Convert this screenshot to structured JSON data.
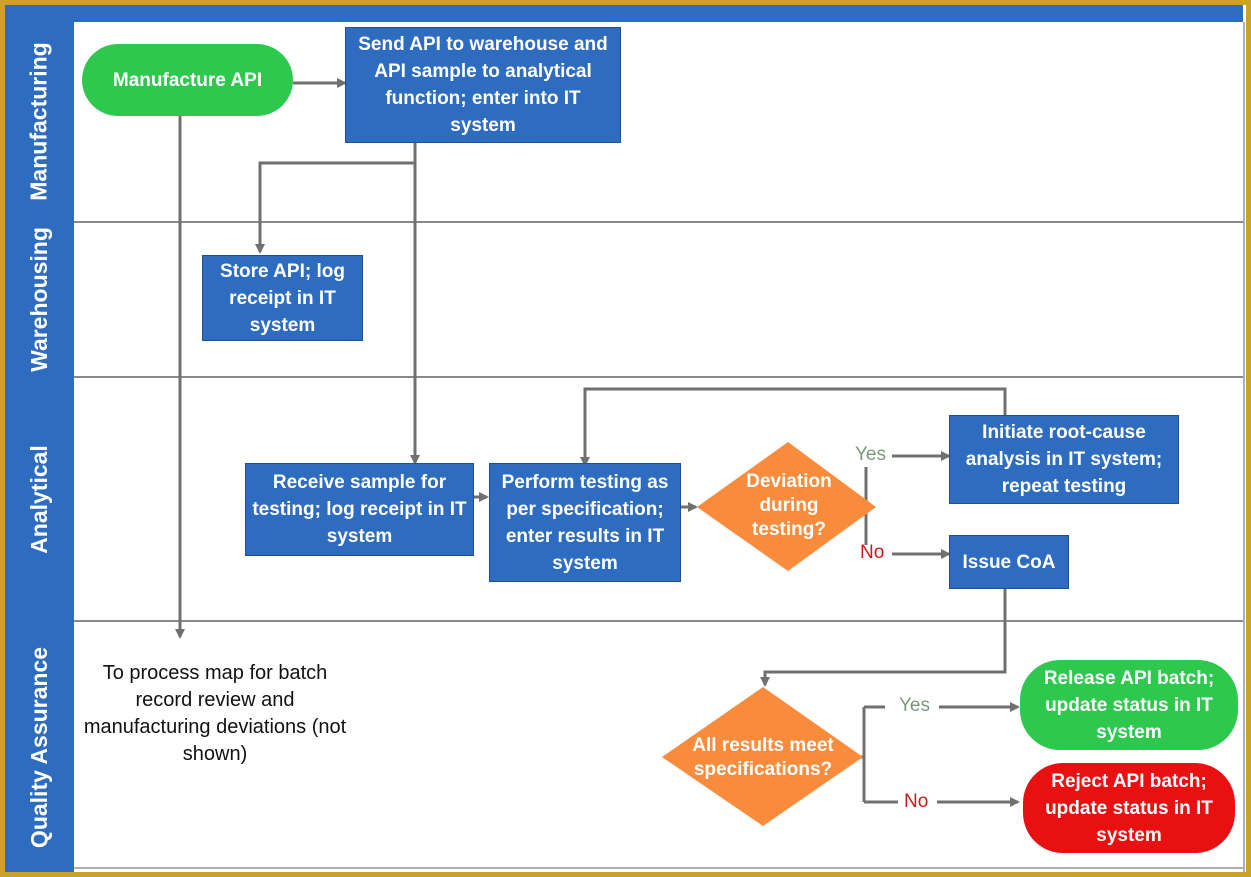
{
  "lanes": {
    "manufacturing": "Manufacturing",
    "warehousing": "Warehousing",
    "analytical": "Analytical",
    "quality_assurance": "Quality Assurance"
  },
  "nodes": {
    "manufacture_api": "Manufacture API",
    "send_api": "Send API to warehouse and API sample to analytical function; enter into IT system",
    "store_api": "Store API; log receipt in IT system",
    "receive_sample": "Receive sample for testing; log receipt in IT system",
    "perform_testing": "Perform testing as per specification; enter results in IT system",
    "deviation": "Deviation during testing?",
    "root_cause": "Initiate root-cause analysis in IT system; repeat testing",
    "issue_coa": "Issue CoA",
    "all_results": "All results meet specifications?",
    "release_batch": "Release API batch; update status in IT system",
    "reject_batch": "Reject API batch; update status in IT system"
  },
  "edge_labels": {
    "deviation_yes": "Yes",
    "deviation_no": "No",
    "results_yes": "Yes",
    "results_no": "No"
  },
  "note": "To process map for batch record review and manufacturing deviations (not shown)",
  "colors": {
    "process": "#2e6cc0",
    "decision": "#f98c3c",
    "start": "#2ec84f",
    "reject": "#e81010",
    "connector": "#707070",
    "frame": "#c9a227"
  }
}
